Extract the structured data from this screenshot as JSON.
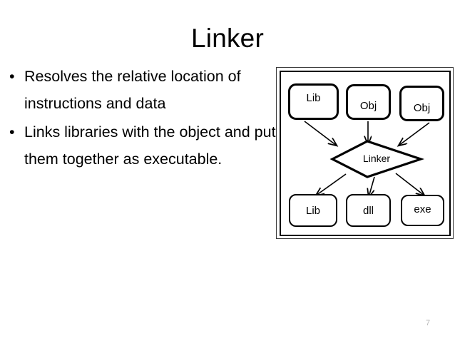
{
  "slide": {
    "title": "Linker",
    "page_number": "7",
    "bullets": [
      {
        "marker": "•",
        "text": "Resolves the relative location of instructions and data"
      },
      {
        "marker": "•",
        "text": "Links libraries with the object and put them together as executable."
      }
    ]
  },
  "diagram": {
    "inputs": [
      {
        "label": "Lib"
      },
      {
        "label": "Obj"
      },
      {
        "label": "Obj"
      }
    ],
    "process": {
      "label": "Linker"
    },
    "outputs": [
      {
        "label": "Lib"
      },
      {
        "label": "dll"
      },
      {
        "label": "exe"
      }
    ],
    "colors": {
      "stroke": "#000000",
      "frame": "#3a3a3a",
      "background": "#ffffff",
      "page_number": "#b6b6b6"
    }
  }
}
